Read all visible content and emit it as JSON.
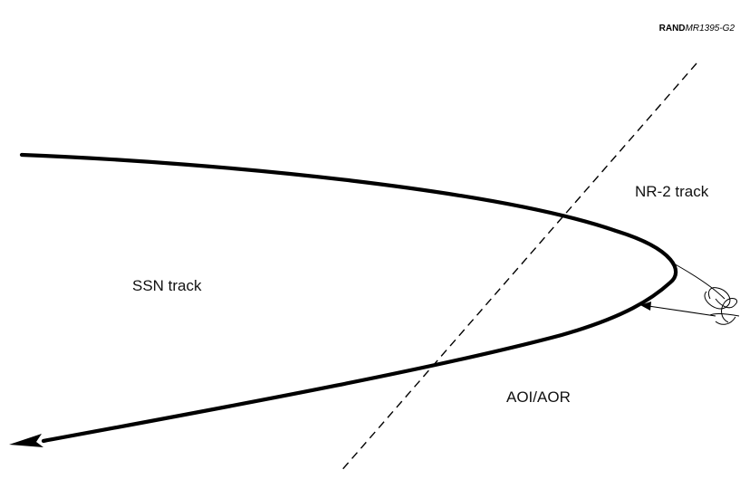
{
  "figure_id": {
    "prefix": "RAND",
    "code": "MR1395-G2"
  },
  "labels": {
    "nr2_track": "NR-2 track",
    "ssn_track": "SSN track",
    "aoi_aor": "AOI/AOR"
  },
  "colors": {
    "ink": "#000000",
    "background": "#ffffff"
  }
}
